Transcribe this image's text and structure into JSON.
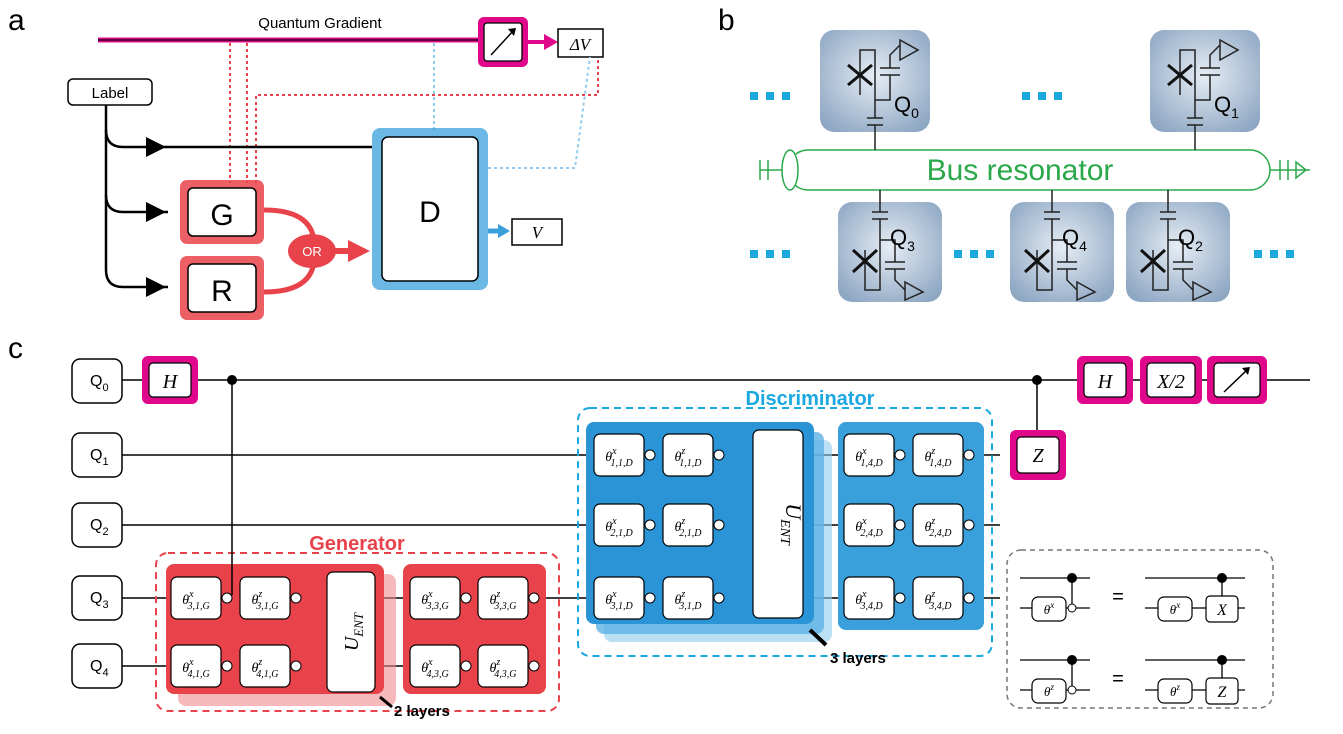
{
  "panel_a": {
    "letter": "a",
    "gradient_label": "Quantum Gradient",
    "label_box": "Label",
    "g": "G",
    "r": "R",
    "d": "D",
    "or": "OR",
    "v": "V",
    "delta_v": "ΔV"
  },
  "panel_b": {
    "letter": "b",
    "bus": "Bus resonator",
    "dots": "···",
    "qubits": [
      {
        "base": "Q",
        "sub": "0"
      },
      {
        "base": "Q",
        "sub": "1"
      },
      {
        "base": "Q",
        "sub": "3"
      },
      {
        "base": "Q",
        "sub": "4"
      },
      {
        "base": "Q",
        "sub": "2"
      }
    ]
  },
  "panel_c": {
    "letter": "c",
    "qubits": [
      {
        "base": "Q",
        "sub": "0"
      },
      {
        "base": "Q",
        "sub": "1"
      },
      {
        "base": "Q",
        "sub": "2"
      },
      {
        "base": "Q",
        "sub": "3"
      },
      {
        "base": "Q",
        "sub": "4"
      }
    ],
    "h": "H",
    "x2": "X/2",
    "z": "Z",
    "generator": "Generator",
    "discriminator": "Discriminator",
    "gen_layers": "2 layers",
    "disc_layers": "3 layers",
    "uent": {
      "base": "U",
      "sub": "ENT"
    },
    "gen_gates": [
      {
        "sup": "x",
        "sub": "3,1,G"
      },
      {
        "sup": "z",
        "sub": "3,1,G"
      },
      {
        "sup": "x",
        "sub": "3,3,G"
      },
      {
        "sup": "z",
        "sub": "3,3,G"
      },
      {
        "sup": "x",
        "sub": "4,1,G"
      },
      {
        "sup": "z",
        "sub": "4,1,G"
      },
      {
        "sup": "x",
        "sub": "4,3,G"
      },
      {
        "sup": "z",
        "sub": "4,3,G"
      }
    ],
    "disc_gates": [
      {
        "sup": "x",
        "sub": "1,1,D"
      },
      {
        "sup": "z",
        "sub": "1,1,D"
      },
      {
        "sup": "x",
        "sub": "1,4,D"
      },
      {
        "sup": "z",
        "sub": "1,4,D"
      },
      {
        "sup": "x",
        "sub": "2,1,D"
      },
      {
        "sup": "z",
        "sub": "2,1,D"
      },
      {
        "sup": "x",
        "sub": "2,4,D"
      },
      {
        "sup": "z",
        "sub": "2,4,D"
      },
      {
        "sup": "x",
        "sub": "3,1,D"
      },
      {
        "sup": "z",
        "sub": "3,1,D"
      },
      {
        "sup": "x",
        "sub": "3,4,D"
      },
      {
        "sup": "z",
        "sub": "3,4,D"
      }
    ],
    "legend": {
      "theta_x": "θ",
      "theta_x_sup": "x",
      "theta_z": "θ",
      "theta_z_sup": "z",
      "eq": "=",
      "x": "X",
      "z": "Z"
    }
  },
  "colors": {
    "magenta": "#e0088a",
    "red": "#e8434a",
    "red_light": "#f08a8f",
    "blue": "#3aa0dc",
    "blue_light": "#8ecbee",
    "green": "#2aa84a",
    "chip": "#a9bdd3"
  }
}
